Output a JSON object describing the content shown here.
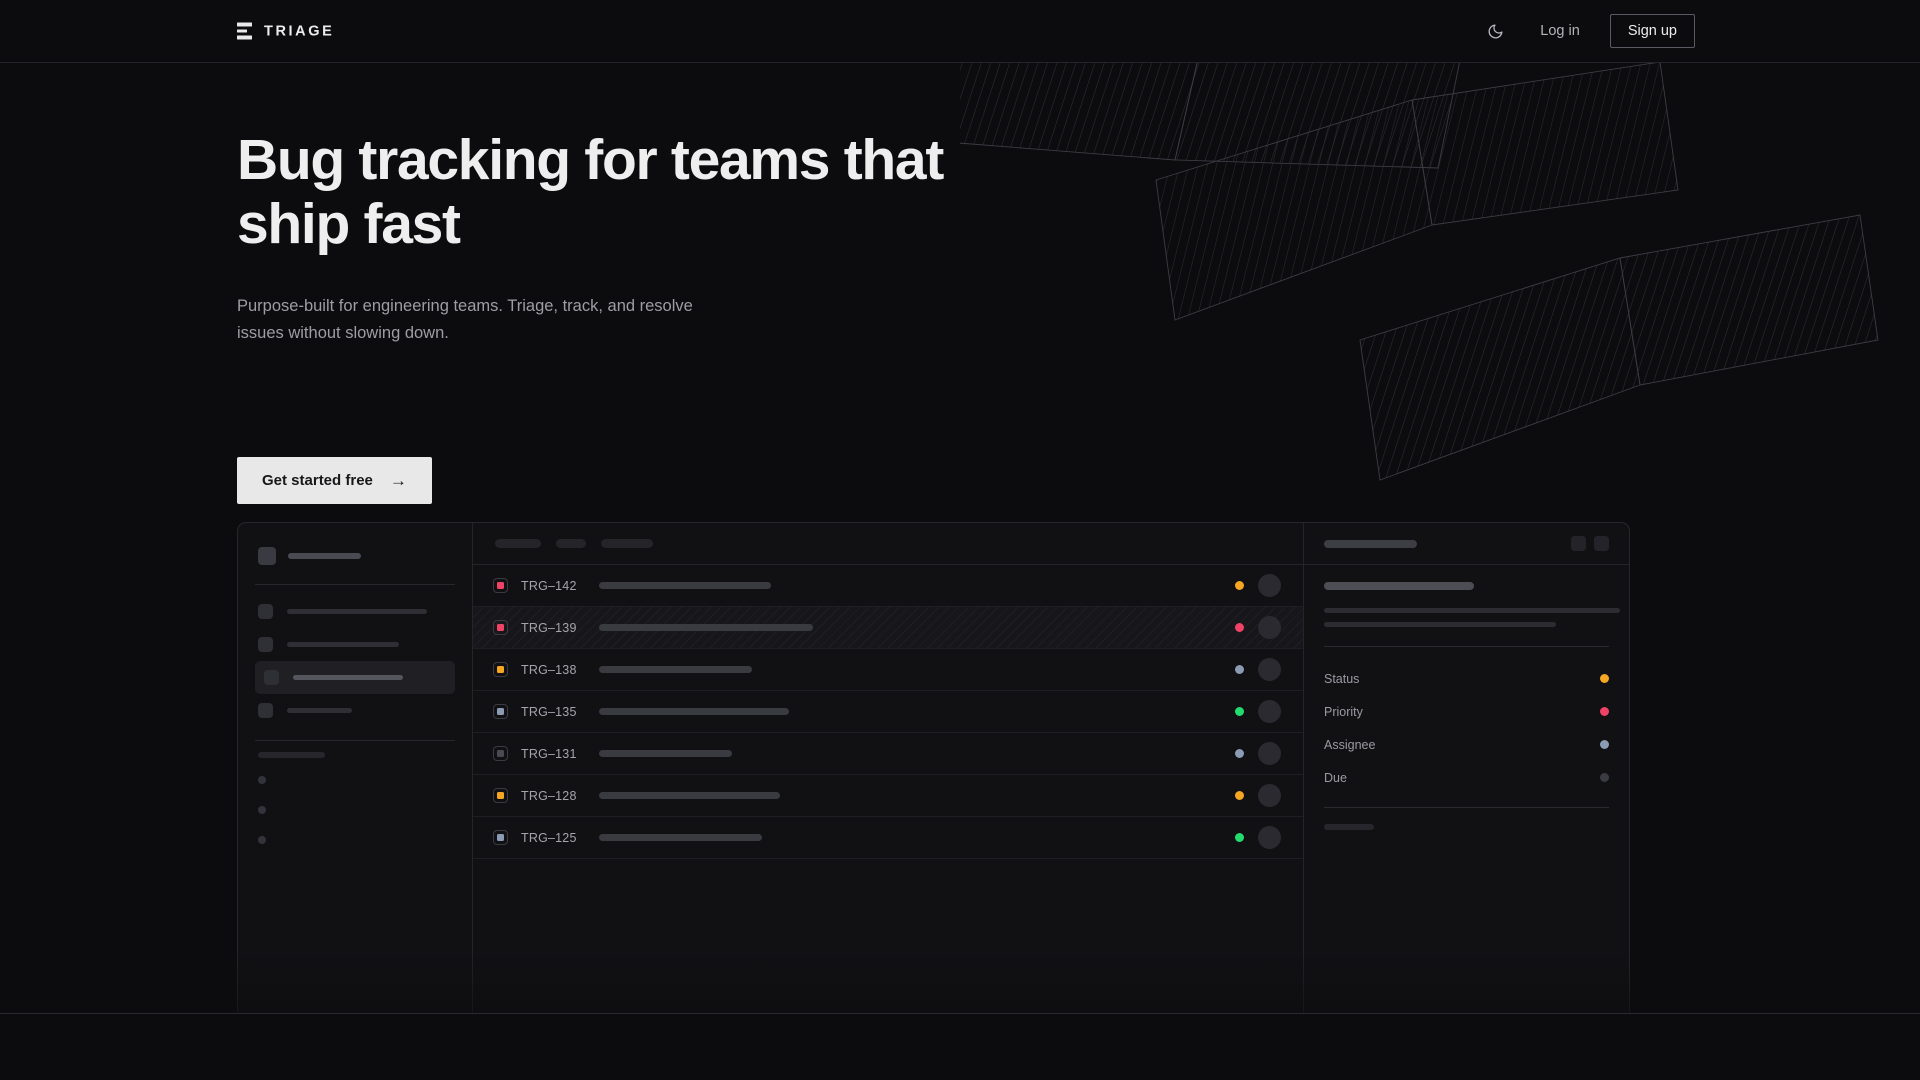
{
  "brand": {
    "name": "TRIAGE",
    "mark_icon": "triage-bars-logo"
  },
  "header": {
    "theme_toggle_icon": "moon-icon",
    "login_label": "Log in",
    "signup_label": "Sign up"
  },
  "hero": {
    "title": "Bug tracking for teams that ship fast",
    "subtitle": "Purpose-built for engineering teams. Triage, track, and resolve issues without slowing down.",
    "cta_label": "Get started free",
    "cta_arrow": "→",
    "decor_shapes": 3
  },
  "colors": {
    "page_bg": "#0c0c0e",
    "panel_bg": "#111114",
    "border": "#26262c",
    "text_primary": "#eeeeef",
    "text_muted": "#9d9da4",
    "cta_bg": "#e8e8e8",
    "priority_high": "#ef4267",
    "priority_medium": "#f5a623",
    "priority_low": "#8b9bb4",
    "priority_none": "#4a4a52",
    "status_done": "#22dd6e",
    "status_progress": "#f5a623",
    "status_blocked": "#ef4267",
    "status_idle": "#8b9bb4"
  },
  "mockup": {
    "sidebar": {
      "workspace_icon": "workspace-square-icon",
      "nav_items": [
        {
          "icon": "nav-dot-icon",
          "width": 140,
          "active": false
        },
        {
          "icon": "nav-dot-icon",
          "width": 112,
          "active": false
        },
        {
          "icon": "nav-dot-icon",
          "width": 110,
          "active": true
        },
        {
          "icon": "nav-dot-icon",
          "width": 65,
          "active": false
        }
      ],
      "sub_items": 3
    },
    "toolbar": {
      "pills": [
        46,
        30,
        52
      ]
    },
    "issue_columns": [
      "priority",
      "key",
      "title",
      "status",
      "assignee"
    ],
    "issues": [
      {
        "key": "TRG–142",
        "priority": "high",
        "priority_color": "#ef4267",
        "title_width": 172,
        "status": "progress",
        "status_color": "#f5a623"
      },
      {
        "key": "TRG–139",
        "priority": "high",
        "priority_color": "#ef4267",
        "title_width": 214,
        "status": "blocked",
        "status_color": "#ef4267",
        "selected": true
      },
      {
        "key": "TRG–138",
        "priority": "medium",
        "priority_color": "#f5a623",
        "title_width": 153,
        "status": "idle",
        "status_color": "#8b9bb4"
      },
      {
        "key": "TRG–135",
        "priority": "low",
        "priority_color": "#8b9bb4",
        "title_width": 190,
        "status": "done",
        "status_color": "#22dd6e"
      },
      {
        "key": "TRG–131",
        "priority": "none",
        "priority_color": "#4a4a52",
        "title_width": 133,
        "status": "idle",
        "status_color": "#8b9bb4"
      },
      {
        "key": "TRG–128",
        "priority": "medium",
        "priority_color": "#f5a623",
        "title_width": 181,
        "status": "progress",
        "status_color": "#f5a623"
      },
      {
        "key": "TRG–125",
        "priority": "low",
        "priority_color": "#8b9bb4",
        "title_width": 163,
        "status": "done",
        "status_color": "#22dd6e"
      }
    ],
    "detail": {
      "header_actions": [
        "detail-action-1",
        "detail-action-2"
      ],
      "body_bars": [
        296,
        232
      ],
      "fields": [
        {
          "label": "Status",
          "value_color": "#f5a623"
        },
        {
          "label": "Priority",
          "value_color": "#ef4267"
        },
        {
          "label": "Assignee",
          "value_color": "#8b9bb4"
        },
        {
          "label": "Due",
          "value_color": "#3a3a42"
        }
      ],
      "comments": 2
    }
  }
}
